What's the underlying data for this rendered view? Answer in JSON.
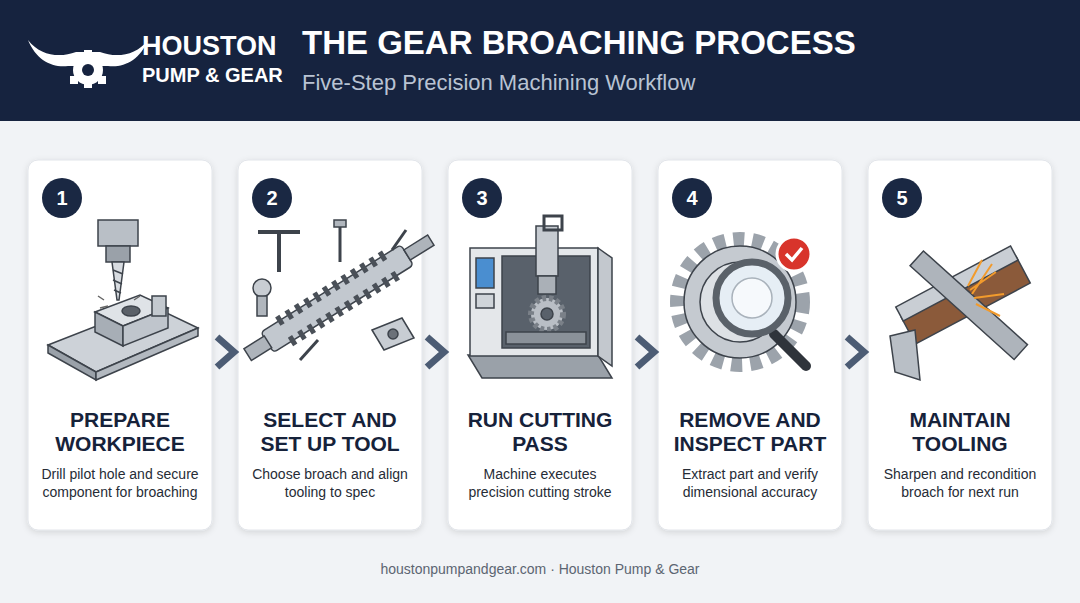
{
  "diagram": {
    "title": "THE GEAR BROACHING PROCESS",
    "nodes": [
      {
        "text": [
          "PREPARE WORKPIECE",
          "Drill pilot hole and secure component for broaching"
        ]
      },
      {
        "text": [
          "1"
        ],
        "in": 0
      },
      {
        "text": [
          "SELECT AND SET UP TOOL",
          "Choose broach and align tooling to spec"
        ]
      },
      {
        "text": [
          "2"
        ],
        "in": 2
      },
      {
        "text": [
          "RUN CUTTING PASS",
          "Machine executes precision cutting stroke"
        ]
      },
      {
        "text": [
          "3"
        ],
        "in": 4
      },
      {
        "text": [
          "REMOVE AND INSPECT PART",
          "Extract part and verify dimensional accuracy"
        ]
      },
      {
        "text": [
          "4"
        ],
        "in": 6
      },
      {
        "text": [
          "MAINTAIN TOOLING",
          "Sharpen and recondition broach for next run"
        ]
      },
      {
        "text": [
          "5"
        ],
        "in": 8
      }
    ],
    "edges": [
      {
        "from": 0,
        "to": 2,
        "arrow": "to"
      },
      {
        "from": 2,
        "to": 4,
        "arrow": "to"
      },
      {
        "from": 4,
        "to": 6,
        "arrow": "to"
      },
      {
        "from": 6,
        "to": 8,
        "arrow": "to"
      }
    ],
    "labels": [
      "HOUSTON",
      "PUMP & GEAR",
      "Five-Step Precision Machining Workflow",
      "houstonpumpandgear.com · Houston Pump & Gear"
    ]
  }
}
